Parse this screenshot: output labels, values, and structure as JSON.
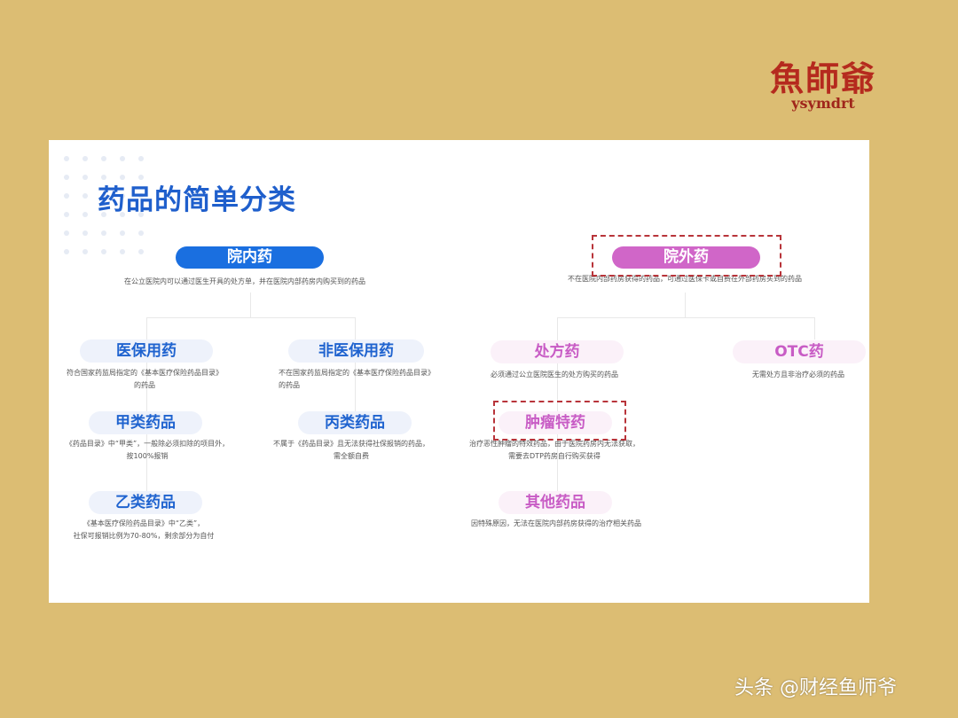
{
  "logo": {
    "text_cn": "魚師爺",
    "text_en": "ysymdrt"
  },
  "watermark": "头条 @财经鱼师爷",
  "slide": {
    "title": "药品的简单分类",
    "left": {
      "root": {
        "label": "院内药",
        "desc": "在公立医院内可以通过医生开具的处方单，并在医院内部药房内购买到的药品"
      },
      "yibao": {
        "label": "医保用药",
        "desc": [
          "符合国家药监局指定的《基本医疗保险药品目录》",
          "的药品"
        ]
      },
      "feiyibao": {
        "label": "非医保用药",
        "desc": [
          "不在国家药监局指定的《基本医疗保险药品目录》",
          "的药品"
        ]
      },
      "jia": {
        "label": "甲类药品",
        "desc": [
          "《药品目录》中“甲类”，一般除必须扣除的项目外，",
          "按100%报销"
        ]
      },
      "yi": {
        "label": "乙类药品",
        "desc": [
          "《基本医疗保险药品目录》中“乙类”，",
          "社保可报销比例为70-80%，剩余部分为自付"
        ]
      },
      "bing": {
        "label": "丙类药品",
        "desc": [
          "不属于《药品目录》且无法获得社保报销的药品，",
          "需全额自费"
        ]
      }
    },
    "right": {
      "root": {
        "label": "院外药",
        "desc": "不在医院内部药房获得的药品，可通过医保卡或自费在外部药房买到的药品"
      },
      "chufang": {
        "label": "处方药",
        "desc": "必须通过公立医院医生的处方购买的药品"
      },
      "otc": {
        "label": "OTC药",
        "desc": "无需处方且非治疗必须的药品"
      },
      "zhongliu": {
        "label": "肿瘤特药",
        "desc": [
          "治疗恶性肿瘤的特效药品，由于医院药房内无法获取，",
          "需要去DTP药房自行购买获得"
        ]
      },
      "qita": {
        "label": "其他药品",
        "desc": "因特殊原因，无法在医院内部药房获得的治疗相关药品"
      }
    }
  },
  "colors": {
    "background": "#dcbd73",
    "blue": "#1a6fe0",
    "magenta": "#d066c8",
    "dashed_highlight": "#b8343a"
  }
}
